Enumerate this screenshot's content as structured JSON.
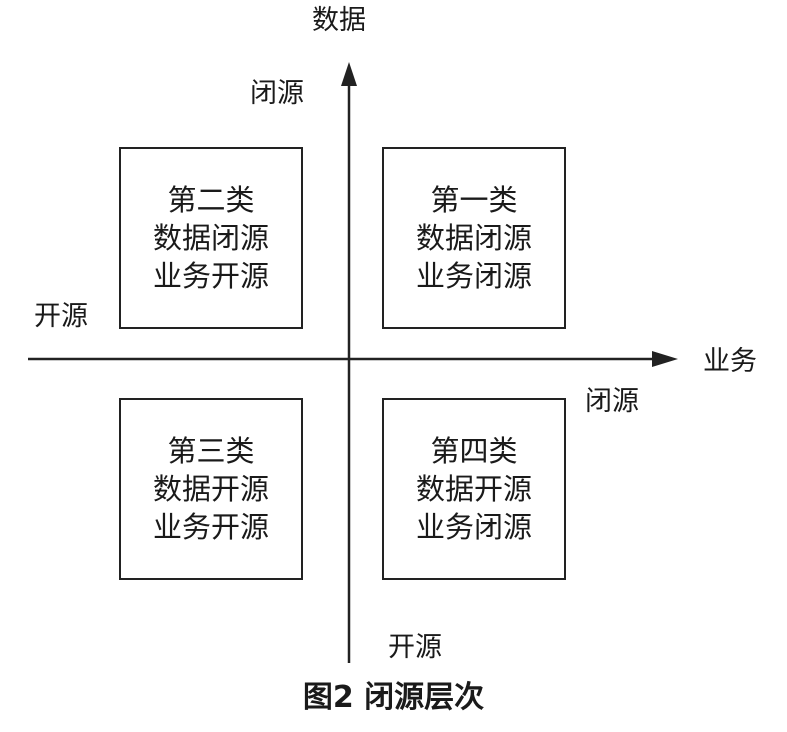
{
  "axes": {
    "y": {
      "name": "数据",
      "top_label": "闭源",
      "bottom_label": "开源"
    },
    "x": {
      "name": "业务",
      "left_label": "开源",
      "right_label": "闭源"
    }
  },
  "quadrants": {
    "q2": {
      "title": "第二类",
      "line1": "数据闭源",
      "line2": "业务开源"
    },
    "q1": {
      "title": "第一类",
      "line1": "数据闭源",
      "line2": "业务闭源"
    },
    "q3": {
      "title": "第三类",
      "line1": "数据开源",
      "line2": "业务开源"
    },
    "q4": {
      "title": "第四类",
      "line1": "数据开源",
      "line2": "业务闭源"
    }
  },
  "caption": "图2 闭源层次"
}
